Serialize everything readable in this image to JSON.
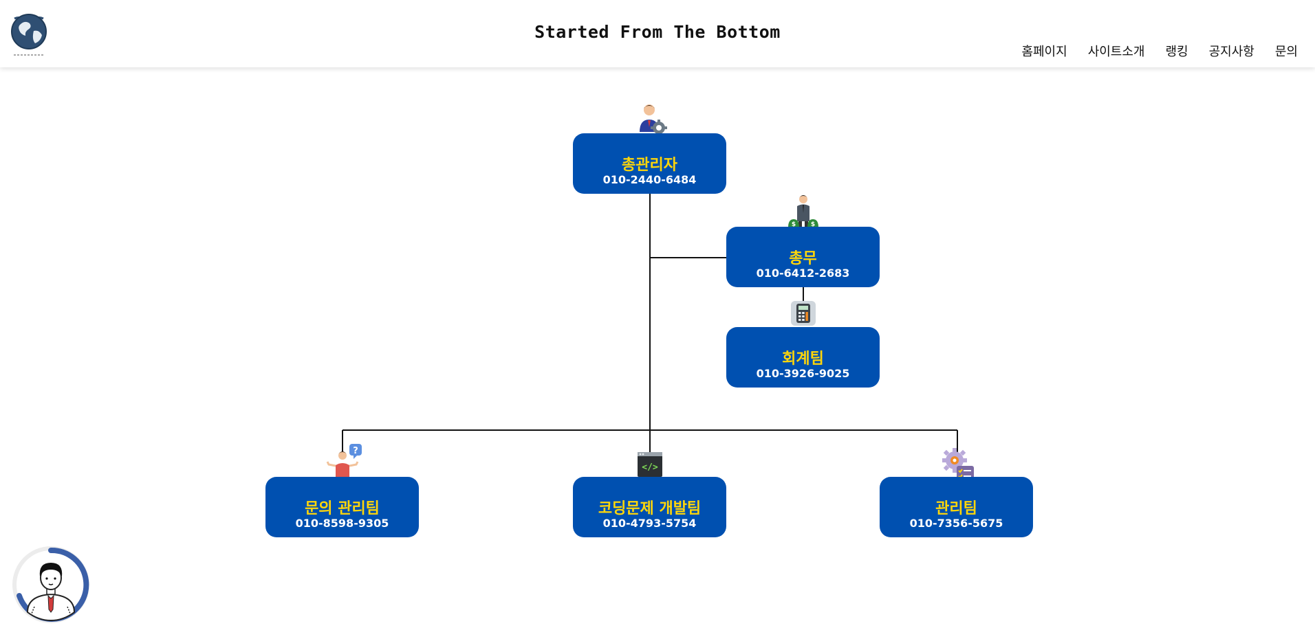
{
  "header": {
    "site_title": "Started From The Bottom",
    "logo_icon": "globe-logo-icon",
    "nav": [
      "홈페이지",
      "사이트소개",
      "랭킹",
      "공지사항",
      "문의"
    ]
  },
  "org_chart": {
    "root": {
      "name": "총관리자",
      "phone": "010-2440-6484",
      "icon": "admin-gear-person-icon"
    },
    "general_affairs": {
      "name": "총무",
      "phone": "010-6412-2683",
      "icon": "businessman-money-bags-icon"
    },
    "accounting": {
      "name": "회계팀",
      "phone": "010-3926-9025",
      "icon": "calculator-icon"
    },
    "inquiry_team": {
      "name": "문의 관리팀",
      "phone": "010-8598-9305",
      "icon": "question-person-icon"
    },
    "coding_team": {
      "name": "코딩문제 개발팀",
      "phone": "010-4793-5754",
      "icon": "code-window-icon"
    },
    "admin_team": {
      "name": "관리팀",
      "phone": "010-7356-5675",
      "icon": "gear-checklist-icon"
    }
  },
  "chat_widget": {
    "icon": "user-avatar-icon"
  },
  "colors": {
    "node_bg": "#0050b0",
    "node_name": "#ffd60a",
    "node_phone": "#ffffff",
    "avatar_ring": "#3a5fa8"
  }
}
